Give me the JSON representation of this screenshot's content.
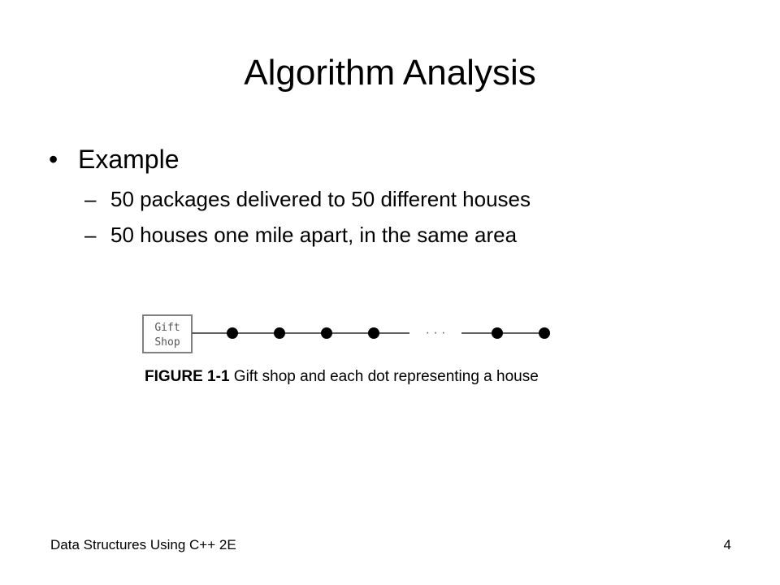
{
  "slide": {
    "title": "Algorithm Analysis",
    "bullet": {
      "marker": "•",
      "text": "Example"
    },
    "sub_marker": "–",
    "sub_bullets": [
      "50 packages delivered to 50 different houses",
      "50 houses one mile apart, in the same area"
    ]
  },
  "figure": {
    "shop_label_line1": "Gift",
    "shop_label_line2": "Shop",
    "ellipsis": "· · ·",
    "caption_number": "FIGURE 1-1",
    "caption_text": " Gift shop and each dot representing a house"
  },
  "footer": {
    "left": "Data Structures Using C++ 2E",
    "page": "4"
  }
}
